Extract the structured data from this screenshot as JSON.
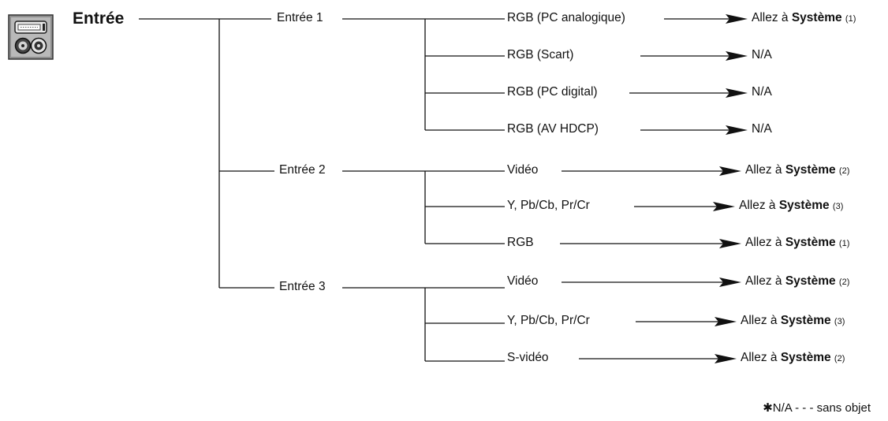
{
  "title": "Entrée",
  "icon": "input-connector-icon",
  "inputs": [
    {
      "label": "Entrée 1",
      "sources": [
        {
          "label": "RGB (PC analogique)",
          "target": "Allez à",
          "target_bold": "Système",
          "num": "(1)"
        },
        {
          "label": "RGB (Scart)",
          "target": "N/A"
        },
        {
          "label": "RGB (PC digital)",
          "target": "N/A"
        },
        {
          "label": "RGB (AV HDCP)",
          "target": "N/A"
        }
      ]
    },
    {
      "label": "Entrée 2",
      "sources": [
        {
          "label": "Vidéo",
          "target": "Allez à",
          "target_bold": "Système",
          "num": "(2)"
        },
        {
          "label": "Y, Pb/Cb, Pr/Cr",
          "target": "Allez à",
          "target_bold": "Système",
          "num": "(3)"
        },
        {
          "label": "RGB",
          "target": "Allez à",
          "target_bold": "Système",
          "num": "(1)"
        }
      ]
    },
    {
      "label": "Entrée 3",
      "sources": [
        {
          "label": "Vidéo",
          "target": "Allez à",
          "target_bold": "Système",
          "num": "(2)"
        },
        {
          "label": "Y, Pb/Cb, Pr/Cr",
          "target": "Allez à",
          "target_bold": "Système",
          "num": "(3)"
        },
        {
          "label": "S-vidéo",
          "target": "Allez à",
          "target_bold": "Système",
          "num": "(2)"
        }
      ]
    }
  ],
  "footnote": "✱N/A - - - sans objet"
}
